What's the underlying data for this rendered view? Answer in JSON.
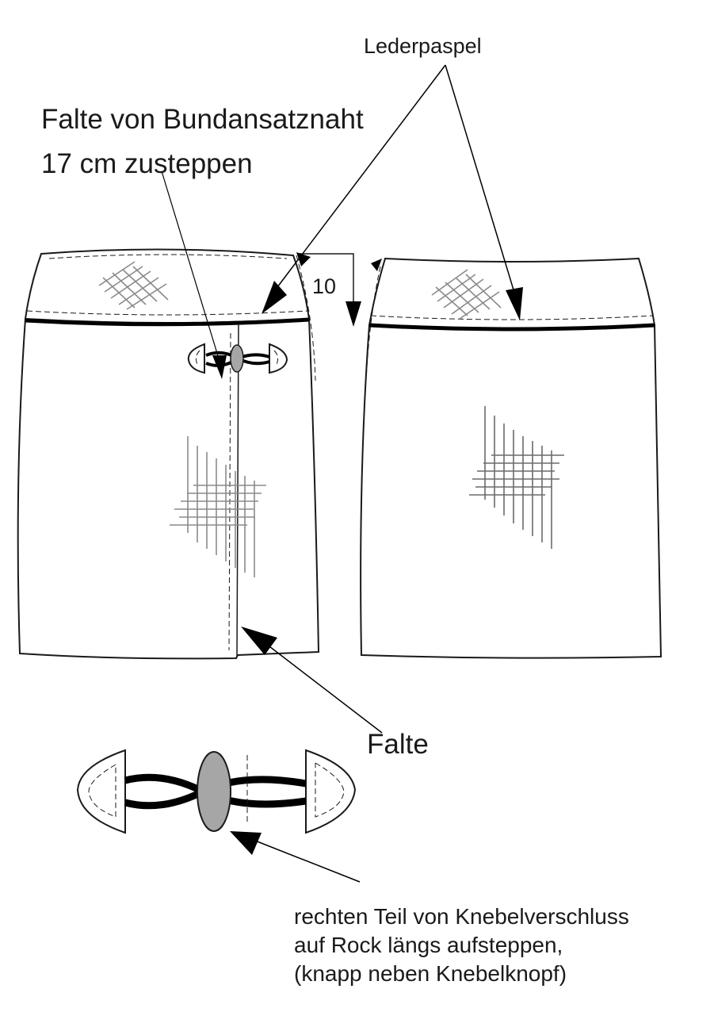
{
  "labels": {
    "lederpaspel": "Lederpaspel",
    "falte_bund_line1": "Falte von Bundansatznaht",
    "falte_bund_line2": "17 cm zusteppen",
    "measure": "10",
    "falte": "Falte",
    "note_line1": "rechten Teil von Knebelverschluss",
    "note_line2": "auf Rock längs aufsteppen,",
    "note_line3": "(knapp neben Knebelknopf)"
  },
  "colors": {
    "line": "#1a1a1a",
    "button_fill": "#a6a6a6",
    "hatch": "#8a8a8a"
  }
}
